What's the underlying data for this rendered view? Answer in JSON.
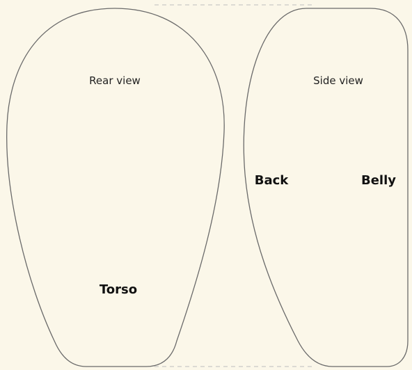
{
  "diagram": {
    "rear_view": {
      "title": "Rear view",
      "labels": {
        "torso": "Torso"
      }
    },
    "side_view": {
      "title": "Side view",
      "labels": {
        "back": "Back",
        "belly": "Belly"
      }
    },
    "colors": {
      "background": "#fbf7e9",
      "outline": "#6a6a6a",
      "guide": "#bdbdbd",
      "text": "#111111"
    }
  }
}
